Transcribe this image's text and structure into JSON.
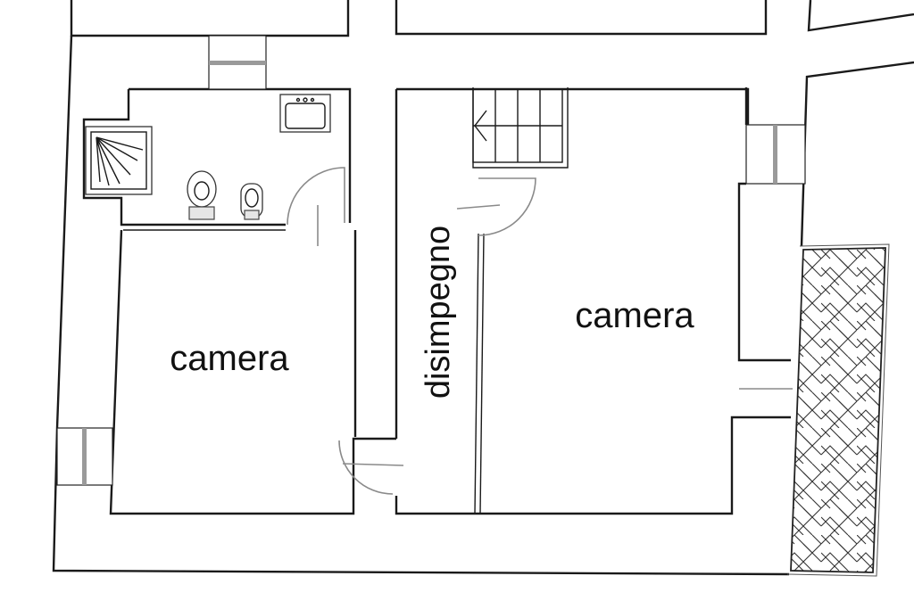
{
  "plan": {
    "rooms": [
      {
        "label": "camera"
      },
      {
        "label": "camera"
      }
    ],
    "corridor": {
      "label": "disimpegno"
    }
  },
  "icons": [
    "shower-icon",
    "sink-icon",
    "toilet-icon",
    "bidet-icon",
    "staircase-icon",
    "door-swing-icon",
    "window-icon",
    "terrace-pattern"
  ]
}
